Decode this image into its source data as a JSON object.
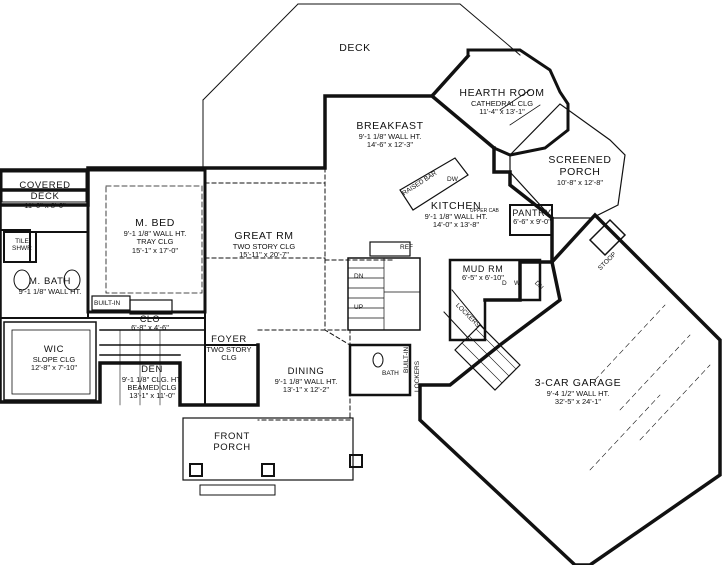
{
  "rooms": [
    {
      "id": "deck",
      "name": "DECK",
      "lines": []
    },
    {
      "id": "hearth",
      "name": "HEARTH ROOM",
      "lines": [
        "CATHEDRAL CLG",
        "11'-4\" x 13'-1\""
      ]
    },
    {
      "id": "breakfast",
      "name": "BREAKFAST",
      "lines": [
        "9'-1 1/8\" WALL HT.",
        "14'-6\" x 12'-3\""
      ]
    },
    {
      "id": "screened",
      "name": "SCREENED\nPORCH",
      "lines": [
        "10'-8\" x 12'-8\""
      ]
    },
    {
      "id": "covered",
      "name": "COVERED\nDECK",
      "lines": [
        "11'-0\" x 8'-0\""
      ]
    },
    {
      "id": "mbed",
      "name": "M. BED",
      "lines": [
        "9'-1 1/8\" WALL HT.",
        "TRAY CLG",
        "15'-1\" x 17'-0\""
      ]
    },
    {
      "id": "great",
      "name": "GREAT RM",
      "lines": [
        "TWO STORY CLG",
        "15'-11\" x 20'-7\""
      ]
    },
    {
      "id": "kitchen",
      "name": "KITCHEN",
      "lines": [
        "9'-1 1/8\" WALL HT.",
        "14'-0\" x 13'-8\""
      ]
    },
    {
      "id": "pantry",
      "name": "PANTRY",
      "lines": [
        "6'-6\" x 9'-0\""
      ]
    },
    {
      "id": "mbath",
      "name": "M. BATH",
      "lines": [
        "9'-1 1/8\" WALL HT."
      ]
    },
    {
      "id": "mudrm",
      "name": "MUD RM",
      "lines": [
        "6'-5\" x 6'-10\""
      ]
    },
    {
      "id": "clo",
      "name": "CLO",
      "lines": [
        "6'-8\" x 4'-6\""
      ]
    },
    {
      "id": "wic",
      "name": "WIC",
      "lines": [
        "SLOPE CLG",
        "12'-8\" x 7'-10\""
      ]
    },
    {
      "id": "foyer",
      "name": "FOYER",
      "lines": [
        "TWO STORY",
        "CLG"
      ]
    },
    {
      "id": "den",
      "name": "DEN",
      "lines": [
        "9'-1 1/8\" CLG. HT.",
        "BEAMED CLG",
        "13'-1\" x 11'-0\""
      ]
    },
    {
      "id": "dining",
      "name": "DINING",
      "lines": [
        "9'-1 1/8\" WALL HT.",
        "13'-1\" x 12'-2\""
      ]
    },
    {
      "id": "garage",
      "name": "3-CAR GARAGE",
      "lines": [
        "9'-4 1/2\" WALL HT.",
        "32'-5\" x 24'-1\""
      ]
    },
    {
      "id": "frontporch",
      "name": "FRONT\nPORCH",
      "lines": []
    }
  ],
  "small_labels": {
    "tile_shwr": "TILE\nSHWR",
    "built_in_1": "BUILT-IN",
    "built_in_2": "BUILT-IN",
    "bath": "BATH",
    "lockers_1": "LOCKERS",
    "lockers_2": "LOCKERS",
    "raised_bar": "RAISED BAR",
    "dw": "DW",
    "ref": "REF",
    "dn": "DN",
    "up": "UP",
    "d": "D",
    "w": "W",
    "dn2": "DN",
    "stoop": "STOOP",
    "upper_cab": "UPPER CAB"
  }
}
